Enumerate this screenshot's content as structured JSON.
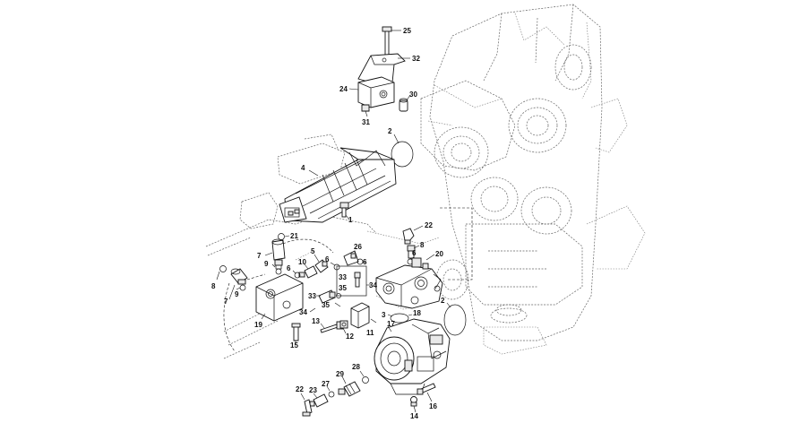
{
  "callouts": [
    {
      "id": "c25",
      "label": "25"
    },
    {
      "id": "c32",
      "label": "32"
    },
    {
      "id": "c24",
      "label": "24"
    },
    {
      "id": "c30",
      "label": "30"
    },
    {
      "id": "c31",
      "label": "31"
    },
    {
      "id": "c2a",
      "label": "2"
    },
    {
      "id": "c4",
      "label": "4"
    },
    {
      "id": "c1",
      "label": "1"
    },
    {
      "id": "c22a",
      "label": "22"
    },
    {
      "id": "c8a",
      "label": "8"
    },
    {
      "id": "c21",
      "label": "21"
    },
    {
      "id": "c26",
      "label": "26"
    },
    {
      "id": "c7a",
      "label": "7"
    },
    {
      "id": "c9a",
      "label": "9"
    },
    {
      "id": "c5",
      "label": "5"
    },
    {
      "id": "c6a",
      "label": "6"
    },
    {
      "id": "c6b",
      "label": "6"
    },
    {
      "id": "c20",
      "label": "20"
    },
    {
      "id": "c6c",
      "label": "6"
    },
    {
      "id": "c10",
      "label": "10"
    },
    {
      "id": "c8b",
      "label": "8"
    },
    {
      "id": "c6d",
      "label": "6"
    },
    {
      "id": "c33a",
      "label": "33"
    },
    {
      "id": "c35a",
      "label": "35"
    },
    {
      "id": "c34a",
      "label": "34"
    },
    {
      "id": "c9b",
      "label": "9"
    },
    {
      "id": "c7b",
      "label": "7"
    },
    {
      "id": "c33b",
      "label": "33"
    },
    {
      "id": "c35b",
      "label": "35"
    },
    {
      "id": "c34b",
      "label": "34"
    },
    {
      "id": "c2b",
      "label": "2"
    },
    {
      "id": "c3",
      "label": "3"
    },
    {
      "id": "c18",
      "label": "18"
    },
    {
      "id": "c11",
      "label": "11"
    },
    {
      "id": "c13",
      "label": "13"
    },
    {
      "id": "c19",
      "label": "19"
    },
    {
      "id": "c17",
      "label": "17"
    },
    {
      "id": "c12",
      "label": "12"
    },
    {
      "id": "c15",
      "label": "15"
    },
    {
      "id": "c28",
      "label": "28"
    },
    {
      "id": "c29",
      "label": "29"
    },
    {
      "id": "c27",
      "label": "27"
    },
    {
      "id": "c22b",
      "label": "22"
    },
    {
      "id": "c23",
      "label": "23"
    },
    {
      "id": "c16",
      "label": "16"
    },
    {
      "id": "c14",
      "label": "14"
    }
  ]
}
